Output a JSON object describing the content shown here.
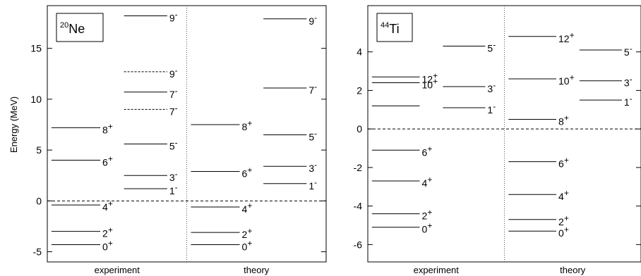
{
  "chart_data": [
    {
      "type": "level-scheme",
      "nucleus": {
        "mass": "20",
        "symbol": "Ne"
      },
      "ylabel": "Energy (MeV)",
      "ylim": [
        -6,
        19.2
      ],
      "yticks": [
        -5,
        0,
        5,
        10,
        15
      ],
      "ytick_labels": [
        "-5",
        "0",
        "5",
        "10",
        "15"
      ],
      "zero_line": 0,
      "columns": [
        "experiment",
        "theory"
      ],
      "levels": [
        {
          "column": "experiment",
          "side": "left",
          "energy": 7.2,
          "label": "8",
          "parity": "+",
          "dashed": false
        },
        {
          "column": "experiment",
          "side": "left",
          "energy": 4.0,
          "label": "6",
          "parity": "+",
          "dashed": false
        },
        {
          "column": "experiment",
          "side": "left",
          "energy": -0.4,
          "label": "4",
          "parity": "+",
          "dashed": false
        },
        {
          "column": "experiment",
          "side": "left",
          "energy": -3.0,
          "label": "2",
          "parity": "+",
          "dashed": false
        },
        {
          "column": "experiment",
          "side": "left",
          "energy": -4.3,
          "label": "0",
          "parity": "+",
          "dashed": false
        },
        {
          "column": "experiment",
          "side": "right",
          "energy": 18.2,
          "label": "9",
          "parity": "-",
          "dashed": false
        },
        {
          "column": "experiment",
          "side": "right",
          "energy": 12.7,
          "label": "9",
          "parity": "-",
          "dashed": true
        },
        {
          "column": "experiment",
          "side": "right",
          "energy": 10.7,
          "label": "7",
          "parity": "-",
          "dashed": false
        },
        {
          "column": "experiment",
          "side": "right",
          "energy": 9.0,
          "label": "7",
          "parity": "-",
          "dashed": true
        },
        {
          "column": "experiment",
          "side": "right",
          "energy": 5.6,
          "label": "5",
          "parity": "-",
          "dashed": false
        },
        {
          "column": "experiment",
          "side": "right",
          "energy": 2.5,
          "label": "3",
          "parity": "-",
          "dashed": false
        },
        {
          "column": "experiment",
          "side": "right",
          "energy": 1.2,
          "label": "1",
          "parity": "-",
          "dashed": false
        },
        {
          "column": "theory",
          "side": "left",
          "energy": 7.5,
          "label": "8",
          "parity": "+",
          "dashed": false
        },
        {
          "column": "theory",
          "side": "left",
          "energy": 2.9,
          "label": "6",
          "parity": "+",
          "dashed": false
        },
        {
          "column": "theory",
          "side": "left",
          "energy": -0.6,
          "label": "4",
          "parity": "+",
          "dashed": false
        },
        {
          "column": "theory",
          "side": "left",
          "energy": -3.1,
          "label": "2",
          "parity": "+",
          "dashed": false
        },
        {
          "column": "theory",
          "side": "left",
          "energy": -4.3,
          "label": "0",
          "parity": "+",
          "dashed": false
        },
        {
          "column": "theory",
          "side": "right",
          "energy": 17.9,
          "label": "9",
          "parity": "-",
          "dashed": false
        },
        {
          "column": "theory",
          "side": "right",
          "energy": 11.1,
          "label": "7",
          "parity": "-",
          "dashed": false
        },
        {
          "column": "theory",
          "side": "right",
          "energy": 6.5,
          "label": "5",
          "parity": "-",
          "dashed": false
        },
        {
          "column": "theory",
          "side": "right",
          "energy": 3.4,
          "label": "3",
          "parity": "-",
          "dashed": false
        },
        {
          "column": "theory",
          "side": "right",
          "energy": 1.7,
          "label": "1",
          "parity": "-",
          "dashed": false
        }
      ]
    },
    {
      "type": "level-scheme",
      "nucleus": {
        "mass": "44",
        "symbol": "Ti"
      },
      "ylabel": "",
      "ylim": [
        -6.9,
        6.4
      ],
      "yticks": [
        -6,
        -4,
        -2,
        0,
        2,
        4
      ],
      "ytick_labels": [
        "-6",
        "-4",
        "-2",
        "0",
        "2",
        "4"
      ],
      "zero_line": 0,
      "columns": [
        "experiment",
        "theory"
      ],
      "levels": [
        {
          "column": "experiment",
          "side": "left",
          "energy": 2.7,
          "label": "12",
          "parity": "+",
          "dashed": false
        },
        {
          "column": "experiment",
          "side": "left",
          "energy": 2.4,
          "label": "10",
          "parity": "+",
          "dashed": false
        },
        {
          "column": "experiment",
          "side": "left",
          "energy": 1.2,
          "label": "",
          "parity": "",
          "dashed": false
        },
        {
          "column": "experiment",
          "side": "left",
          "energy": -1.1,
          "label": "6",
          "parity": "+",
          "dashed": false
        },
        {
          "column": "experiment",
          "side": "left",
          "energy": -2.7,
          "label": "4",
          "parity": "+",
          "dashed": false
        },
        {
          "column": "experiment",
          "side": "left",
          "energy": -4.4,
          "label": "2",
          "parity": "+",
          "dashed": false
        },
        {
          "column": "experiment",
          "side": "left",
          "energy": -5.1,
          "label": "0",
          "parity": "+",
          "dashed": false
        },
        {
          "column": "experiment",
          "side": "right",
          "energy": 4.3,
          "label": "5",
          "parity": "-",
          "dashed": false
        },
        {
          "column": "experiment",
          "side": "right",
          "energy": 2.2,
          "label": "3",
          "parity": "-",
          "dashed": false
        },
        {
          "column": "experiment",
          "side": "right",
          "energy": 1.1,
          "label": "1",
          "parity": "-",
          "dashed": false
        },
        {
          "column": "theory",
          "side": "left",
          "energy": 4.8,
          "label": "12",
          "parity": "+",
          "dashed": false
        },
        {
          "column": "theory",
          "side": "left",
          "energy": 2.6,
          "label": "10",
          "parity": "+",
          "dashed": false
        },
        {
          "column": "theory",
          "side": "left",
          "energy": 0.5,
          "label": "8",
          "parity": "+",
          "dashed": false
        },
        {
          "column": "theory",
          "side": "left",
          "energy": -1.7,
          "label": "6",
          "parity": "+",
          "dashed": false
        },
        {
          "column": "theory",
          "side": "left",
          "energy": -3.4,
          "label": "4",
          "parity": "+",
          "dashed": false
        },
        {
          "column": "theory",
          "side": "left",
          "energy": -4.7,
          "label": "2",
          "parity": "+",
          "dashed": false
        },
        {
          "column": "theory",
          "side": "left",
          "energy": -5.3,
          "label": "0",
          "parity": "+",
          "dashed": false
        },
        {
          "column": "theory",
          "side": "right",
          "energy": 4.1,
          "label": "5",
          "parity": "-",
          "dashed": false
        },
        {
          "column": "theory",
          "side": "right",
          "energy": 2.5,
          "label": "3",
          "parity": "-",
          "dashed": false
        },
        {
          "column": "theory",
          "side": "right",
          "energy": 1.5,
          "label": "1",
          "parity": "-",
          "dashed": false
        }
      ]
    }
  ]
}
